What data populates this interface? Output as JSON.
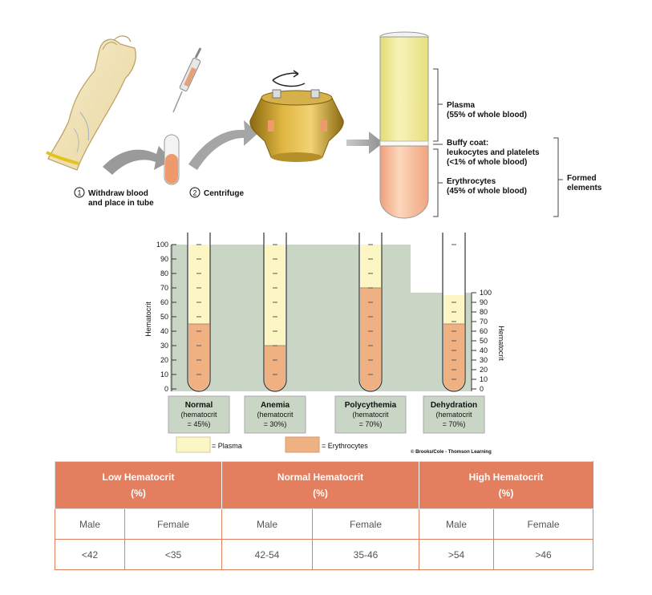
{
  "colors": {
    "plasma": "#fcf6c4",
    "erythrocytes": "#f0b182",
    "background_fill": "#c9d6c6",
    "table_header": "#e37f5f",
    "label_box": "#c9d6c6"
  },
  "procedure": {
    "step1": {
      "num": "1",
      "line1": "Withdraw blood",
      "line2": "and place in tube"
    },
    "step2": {
      "num": "2",
      "label": "Centrifuge"
    },
    "plasma": {
      "line1": "Plasma",
      "line2": "(55% of whole blood)"
    },
    "buffy": {
      "line1": "Buffy coat:",
      "line2": "leukocytes and platelets",
      "line3": "(<1% of whole blood)"
    },
    "erythro": {
      "line1": "Erythrocytes",
      "line2": "(45% of whole blood)"
    },
    "formed": {
      "line1": "Formed",
      "line2": "elements"
    }
  },
  "chart": {
    "ylabel": "Hematocrit",
    "ylabel_right": "Hematocrit",
    "ticks_left": [
      "100",
      "90",
      "80",
      "70",
      "60",
      "50",
      "40",
      "30",
      "20",
      "10",
      "0"
    ],
    "ticks_right": [
      "100",
      "90",
      "80",
      "70",
      "60",
      "50",
      "40",
      "30",
      "20",
      "10",
      "0"
    ],
    "tubes": [
      {
        "name": "Normal",
        "line1": "(hematocrit",
        "line2": "= 45%)",
        "erythrocytes": 45,
        "total": 100
      },
      {
        "name": "Anemia",
        "line1": "(hematocrit",
        "line2": "= 30%)",
        "erythrocytes": 30,
        "total": 100
      },
      {
        "name": "Polycythemia",
        "line1": "(hematocrit",
        "line2": "= 70%)",
        "erythrocytes": 70,
        "total": 100
      },
      {
        "name": "Dehydration",
        "line1": "(hematocrit",
        "line2": "= 70%)",
        "erythrocytes": 45,
        "total": 65
      }
    ],
    "legend": {
      "plasma": "= Plasma",
      "erythrocytes": "= Erythrocytes"
    },
    "credit": "© Brooks/Cole - Thomson Learning"
  },
  "table": {
    "groups": [
      {
        "title": "Low Hematocrit",
        "unit": "(%)"
      },
      {
        "title": "Normal Hematocrit",
        "unit": "(%)"
      },
      {
        "title": "High Hematocrit",
        "unit": "(%)"
      }
    ],
    "sex_row": [
      "Male",
      "Female",
      "Male",
      "Female",
      "Male",
      "Female"
    ],
    "value_row": [
      "<42",
      "<35",
      "42-54",
      "35-46",
      ">54",
      ">46"
    ]
  }
}
